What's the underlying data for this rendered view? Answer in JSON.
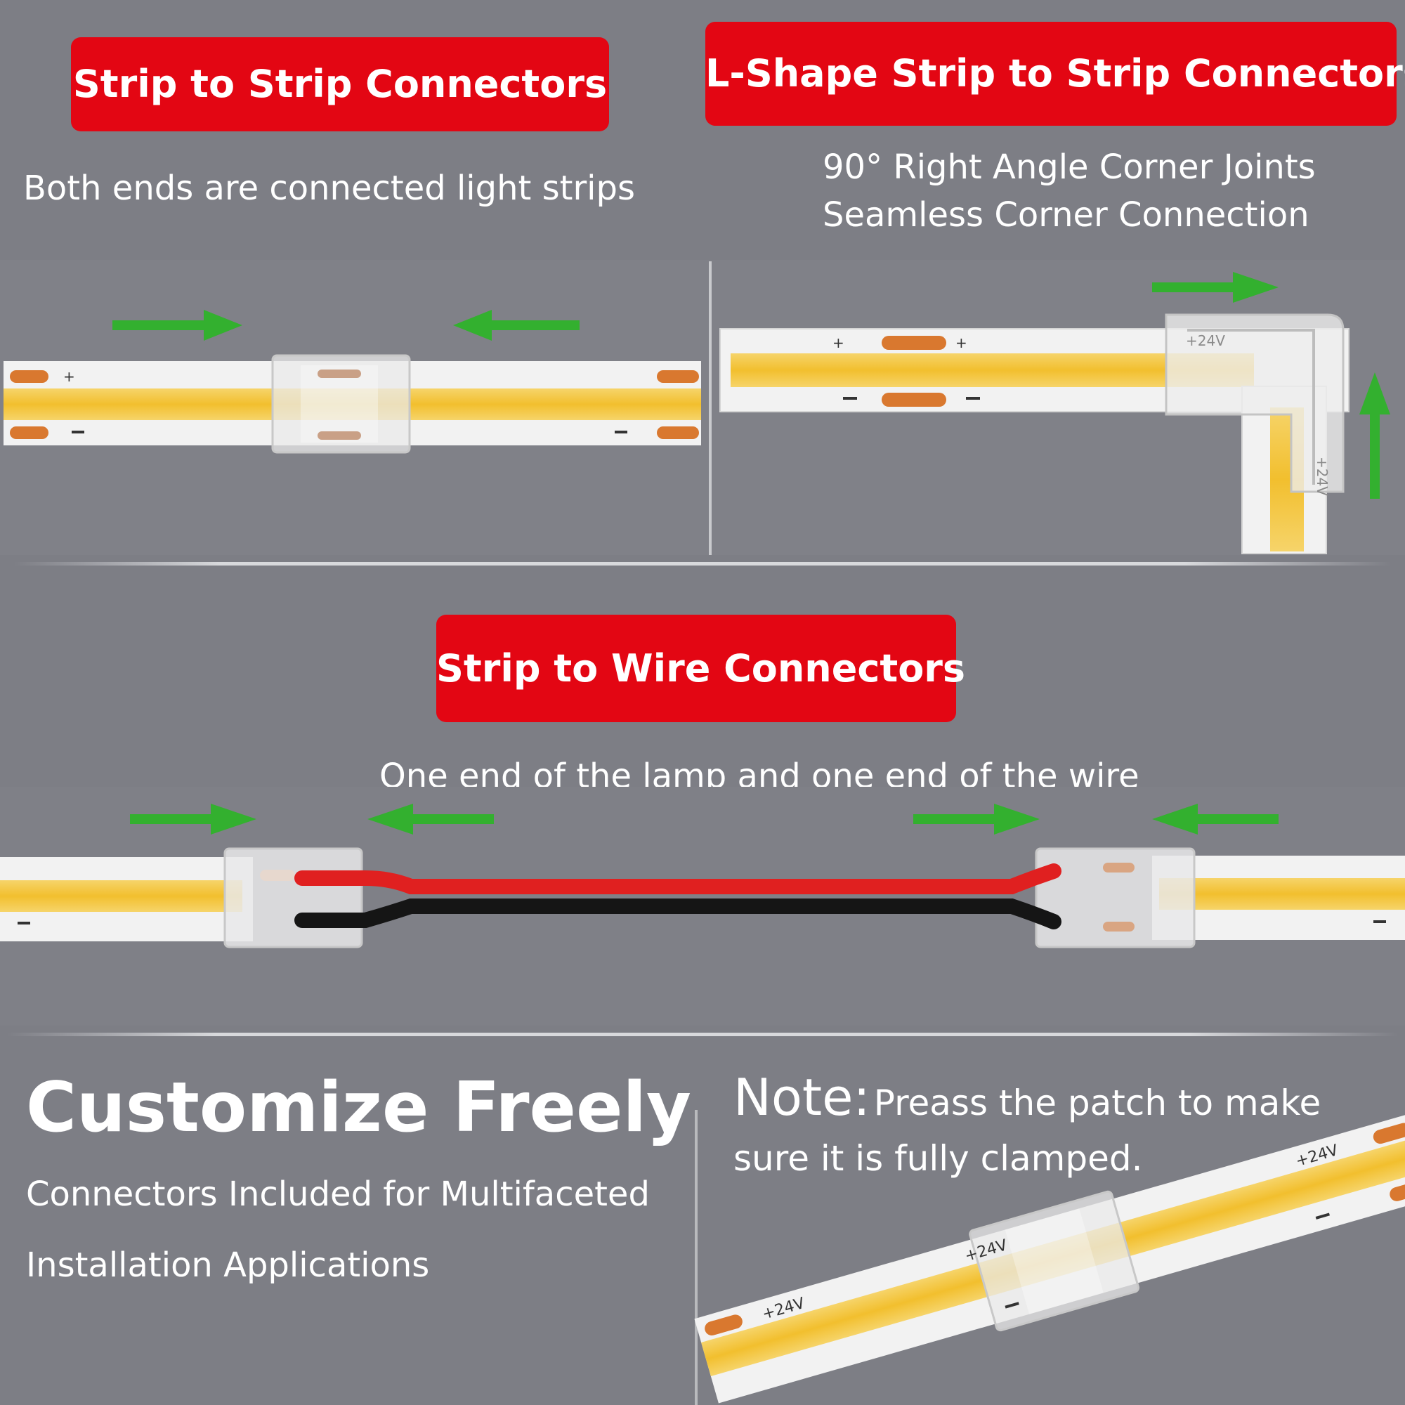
{
  "sections": {
    "strip_to_strip": {
      "title": "Strip to Strip Connectors",
      "subtitle": "Both ends are connected light strips"
    },
    "l_shape": {
      "title": "L-Shape Strip to Strip Connectors",
      "subtitle_line1": "90° Right Angle Corner Joints",
      "subtitle_line2": "Seamless Corner Connection",
      "strip_label": "+24V"
    },
    "strip_to_wire": {
      "title": "Strip to Wire Connectors",
      "subtitle": "One end of the lamp and  one end of the wire"
    },
    "customize": {
      "title": "Customize Freely",
      "line1": "Connectors Included for Multifaceted",
      "line2": "Installation Applications"
    },
    "note": {
      "label": "Note:",
      "text_line1": "Preass the patch to make",
      "text_line2": "sure it is fully clamped.",
      "strip_label": "+24V"
    }
  },
  "colors": {
    "background": "#7d7e85",
    "badge": "#e30613",
    "arrow": "#33b02f",
    "led": "#f2c33c",
    "wire_red": "#e02020",
    "wire_black": "#151515",
    "pad": "#d9782f"
  }
}
